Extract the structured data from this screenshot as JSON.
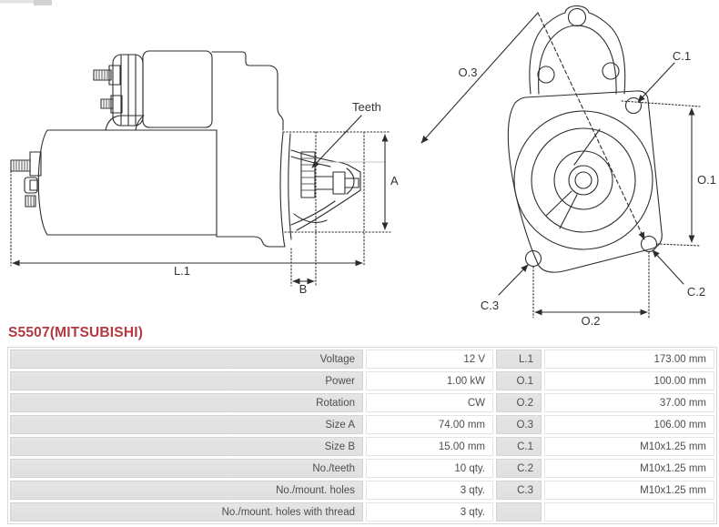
{
  "title": "S5507(MITSUBISHI)",
  "colors": {
    "accent_red": "#b23a40",
    "line": "#2d2d2d",
    "table_label_bg": "#e2e1e1"
  },
  "diagram": {
    "side_view": {
      "description": "starter-motor-side-view",
      "labels": {
        "teeth": "Teeth",
        "size_a": "A",
        "size_b": "B",
        "length_l1": "L.1"
      }
    },
    "front_view": {
      "description": "starter-motor-mounting-flange-front-view",
      "labels": {
        "o1": "O.1",
        "o2": "O.2",
        "o3": "O.3",
        "c1": "C.1",
        "c2": "C.2",
        "c3": "C.3"
      }
    }
  },
  "specs": {
    "rows": [
      {
        "label": "Voltage",
        "value": "12 V",
        "label2": "L.1",
        "value2": "173.00 mm"
      },
      {
        "label": "Power",
        "value": "1.00 kW",
        "label2": "O.1",
        "value2": "100.00 mm"
      },
      {
        "label": "Rotation",
        "value": "CW",
        "label2": "O.2",
        "value2": "37.00 mm"
      },
      {
        "label": "Size A",
        "value": "74.00 mm",
        "label2": "O.3",
        "value2": "106.00 mm"
      },
      {
        "label": "Size B",
        "value": "15.00 mm",
        "label2": "C.1",
        "value2": "M10x1.25 mm"
      },
      {
        "label": "No./teeth",
        "value": "10 qty.",
        "label2": "C.2",
        "value2": "M10x1.25 mm"
      },
      {
        "label": "No./mount. holes",
        "value": "3 qty.",
        "label2": "C.3",
        "value2": "M10x1.25 mm"
      },
      {
        "label": "No./mount. holes with thread",
        "value": "3 qty.",
        "label2": "",
        "value2": ""
      }
    ]
  }
}
